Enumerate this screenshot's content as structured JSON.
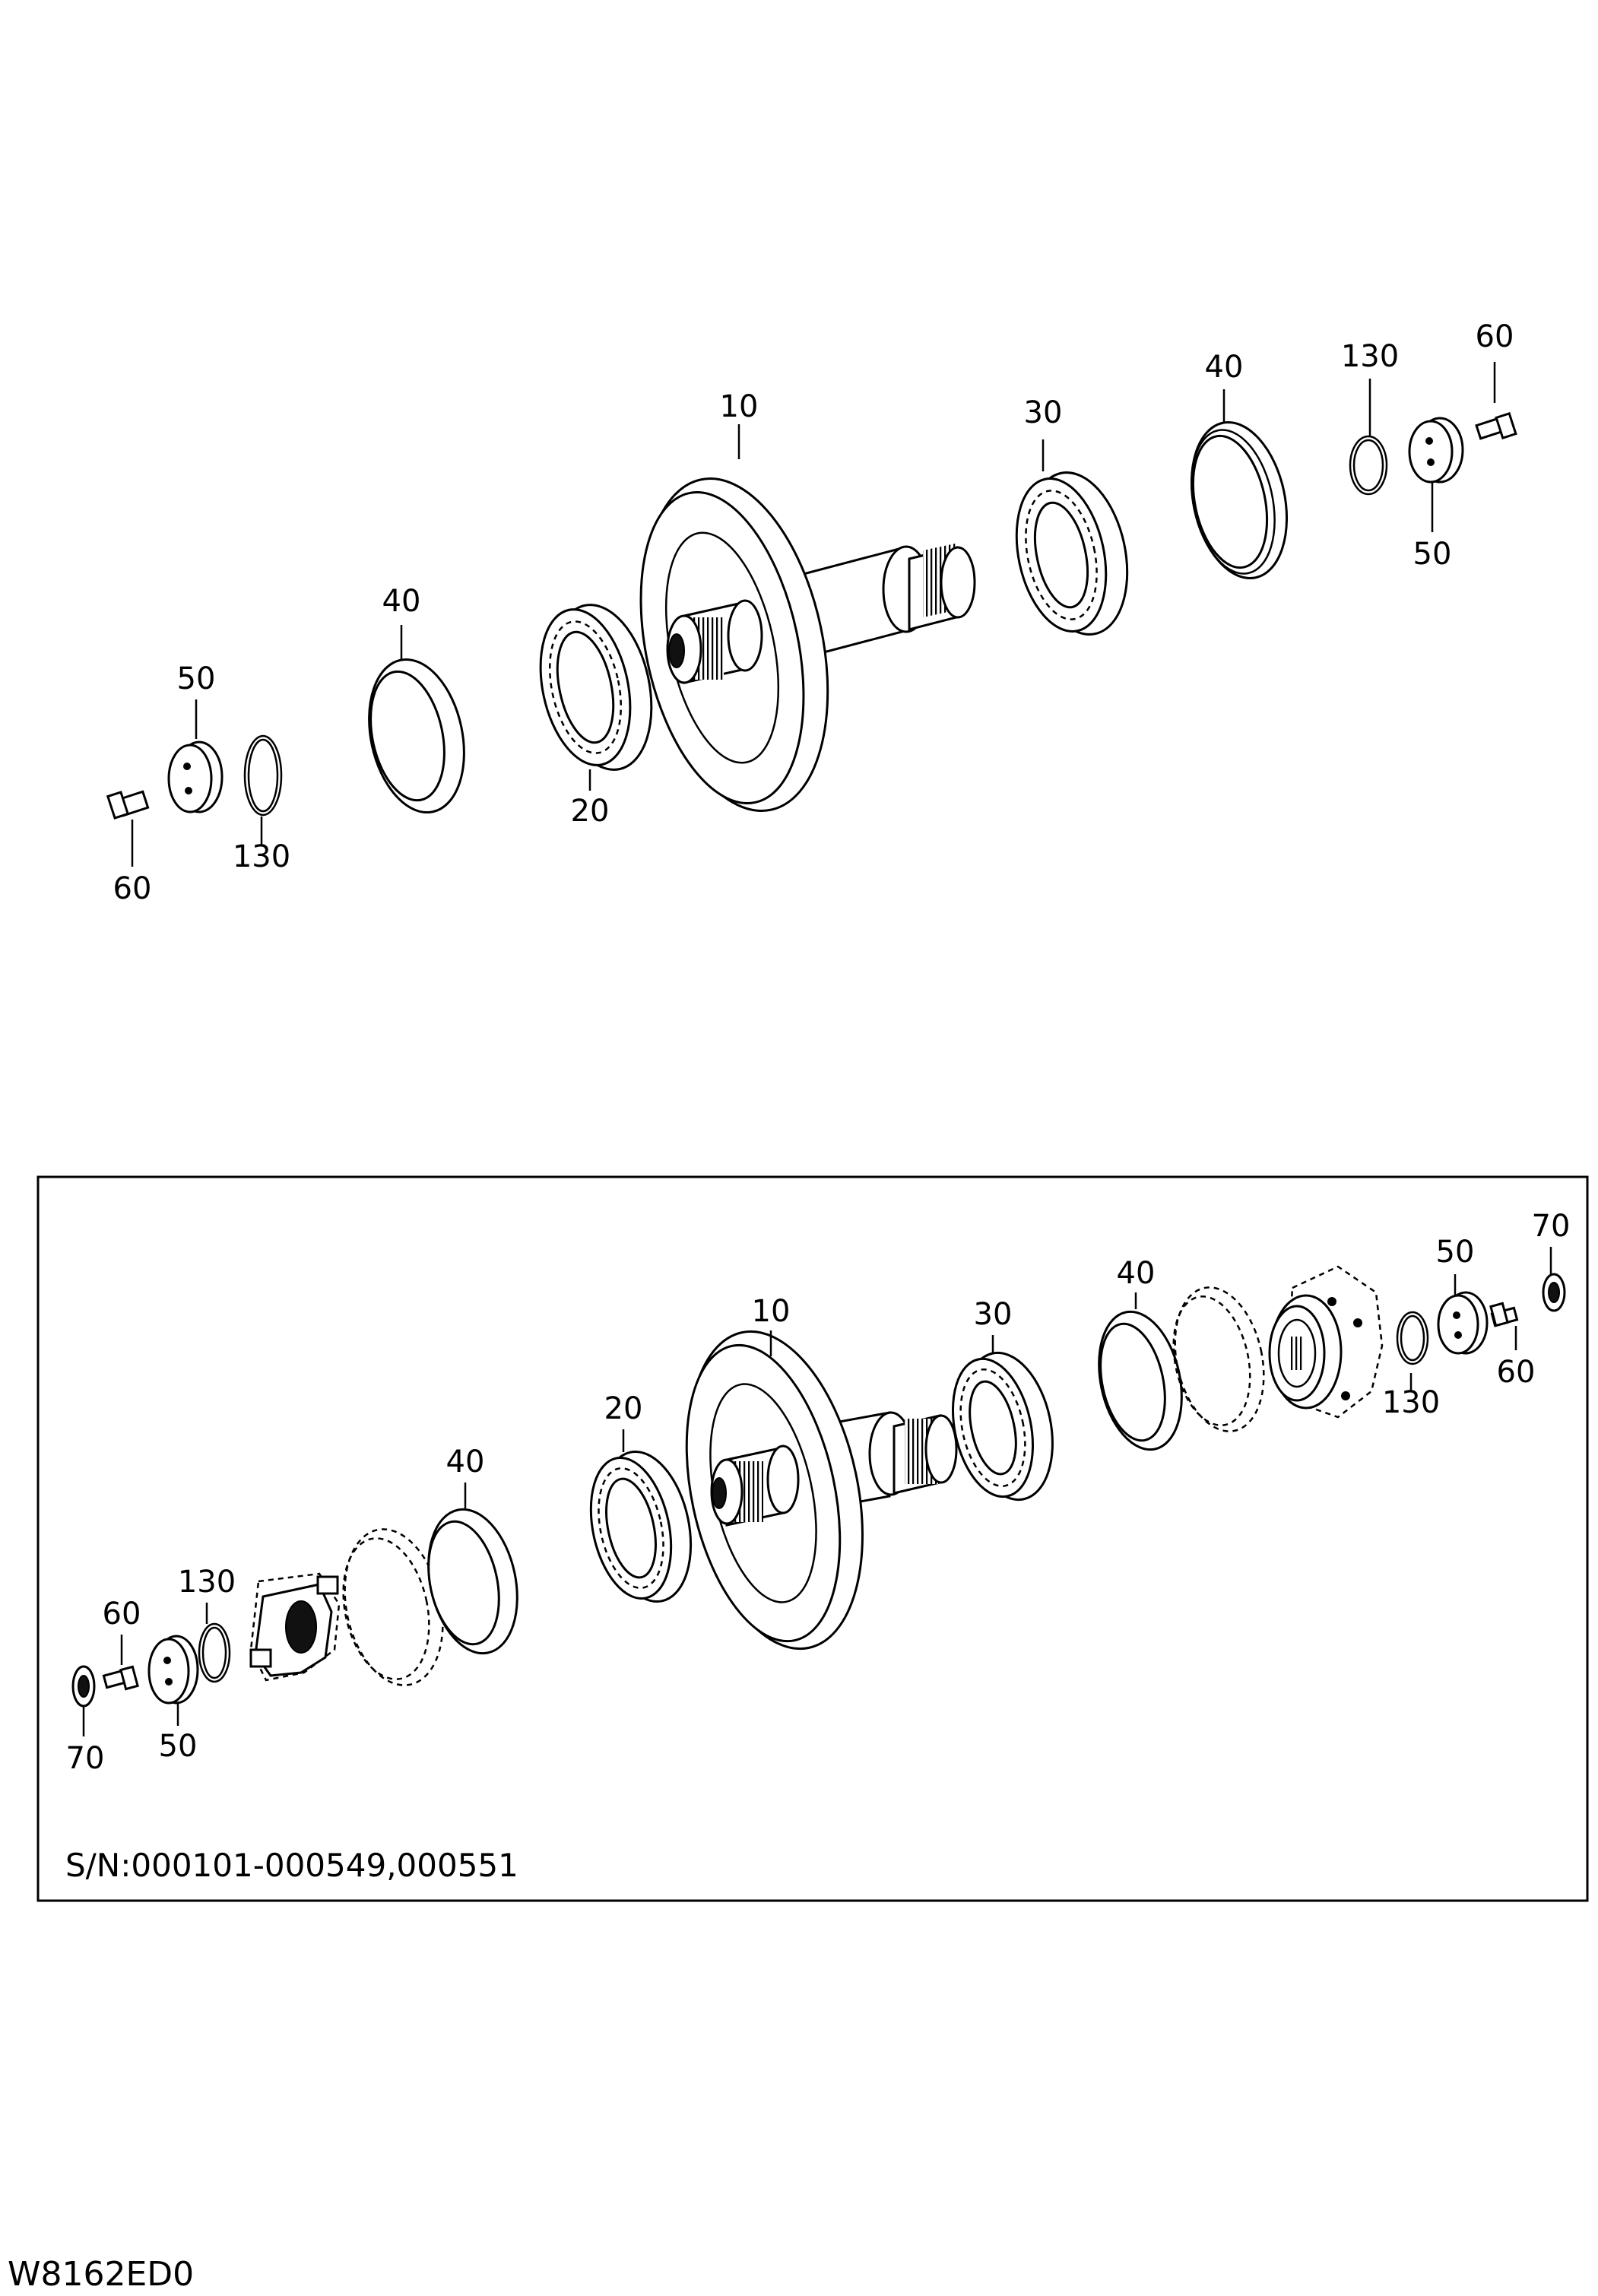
{
  "diagram": {
    "upper_assembly": {
      "callouts": [
        "10",
        "20",
        "30",
        "40",
        "40",
        "50",
        "50",
        "60",
        "60",
        "130",
        "130"
      ]
    },
    "lower_assembly": {
      "callouts": [
        "10",
        "20",
        "30",
        "40",
        "40",
        "50",
        "50",
        "60",
        "60",
        "70",
        "70",
        "130",
        "130"
      ],
      "serial_note": "S/N:000101-000549,000551"
    },
    "drawing_code": "W8162ED0"
  }
}
